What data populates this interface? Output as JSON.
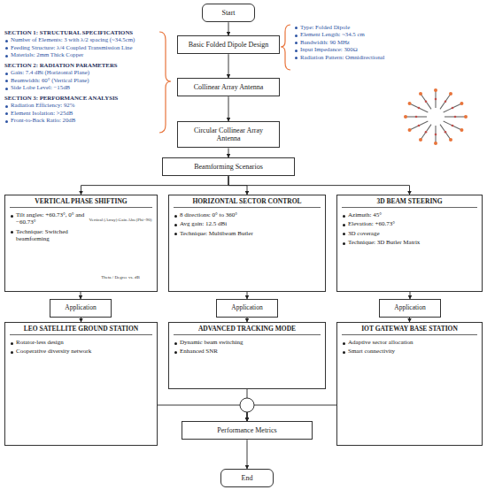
{
  "diagram": {
    "nodes": [
      {
        "text": [
          "Start"
        ]
      },
      {
        "text": [
          "Basic Folded Dipole Design"
        ]
      },
      {
        "text": [
          "Collinear Array Antenna"
        ]
      },
      {
        "text": [
          "Circular Collinear Array Antenna"
        ]
      },
      {
        "text": [
          "Beamforming Scenarios"
        ]
      },
      {
        "text": [
          "VERTICAL PHASE SHIFTING",
          "Tilt angles: +60.73°, 0° and −60.73°",
          "Technique: Switched beamforming"
        ]
      },
      {
        "text": [
          "HORIZONTAL SECTOR CONTROL",
          "8 directions: 0° to 360°",
          "Avg gain: 12.5 dBi",
          "Technique: Multibeam Butler"
        ]
      },
      {
        "text": [
          "3D BEAM STEERING",
          "Azimuth: 45°",
          "Elevation: +60.73°",
          "3D coverage",
          "Technique: 3D Butler Matrix"
        ]
      },
      {
        "text": [
          "Application"
        ]
      },
      {
        "text": [
          "Application"
        ]
      },
      {
        "text": [
          "Application"
        ]
      },
      {
        "text": [
          "LEO SATELLITE GROUND STATION",
          "Rotator-less design",
          "Cooperative diversity network"
        ]
      },
      {
        "text": [
          "ADVANCED TRACKING MODE",
          "Dynamic beam switching",
          "Enhanced SNR"
        ]
      },
      {
        "text": [
          "IOT GATEWAY BASE STATION",
          "Adaptive sector allocation",
          "Smart connectivity"
        ]
      },
      {
        "text": [
          "Performance Metrics"
        ]
      },
      {
        "text": [
          "End"
        ]
      }
    ],
    "edges": [
      {
        "from": 0,
        "to": 1,
        "arrow": "to"
      },
      {
        "from": 1,
        "to": 2,
        "arrow": "to"
      },
      {
        "from": 2,
        "to": 3,
        "arrow": "to"
      },
      {
        "from": 3,
        "to": 4,
        "arrow": "to"
      },
      {
        "from": 4,
        "to": 5,
        "arrow": "to"
      },
      {
        "from": 4,
        "to": 6,
        "arrow": "to"
      },
      {
        "from": 4,
        "to": 7,
        "arrow": "to"
      },
      {
        "from": 5,
        "to": 8,
        "arrow": "to"
      },
      {
        "from": 6,
        "to": 9,
        "arrow": "to"
      },
      {
        "from": 7,
        "to": 10,
        "arrow": "to"
      },
      {
        "from": 8,
        "to": 11,
        "arrow": "to"
      },
      {
        "from": 9,
        "to": 12,
        "arrow": "to"
      },
      {
        "from": 10,
        "to": 13,
        "arrow": "to"
      },
      {
        "from": 11,
        "to": 14,
        "arrow": "to"
      },
      {
        "from": 12,
        "to": 14,
        "arrow": "to"
      },
      {
        "from": 13,
        "to": 14,
        "arrow": "to"
      },
      {
        "from": 14,
        "to": 15,
        "arrow": "to"
      }
    ],
    "labels": [
      "SECTION 1: STRUCTURAL SPECIFICATIONS",
      "Number of Elements: 3 with λ/2 spacing (~34.5cm)",
      "Feeding Structure: λ/4 Coupled Transmission Line",
      "Materials: 2mm Thick Copper",
      "SECTION 2: RADIATION PARAMETERS",
      "Gain: 7.4 dBi (Horizontal Plane)",
      "Beamwidth: 60° (Vertical Plane)",
      "Side Lobe Level: −15dB",
      "SECTION 3: PERFORMANCE ANALYSIS",
      "Radiation Efficiency: 92%",
      "Element Isolation: >25dB",
      "Front-to-Back Ratio: 20dB",
      "Type: Folded Dipole",
      "Element Length: ~34.5 cm",
      "Bandwidth: 90 MHz",
      "Input Impedance: 300Ω",
      "Radiation Pattern: Omnidirectional",
      "Vertical (Array) Gain Abs (Phi=90)",
      "Theta / Degree vs. dB"
    ]
  }
}
